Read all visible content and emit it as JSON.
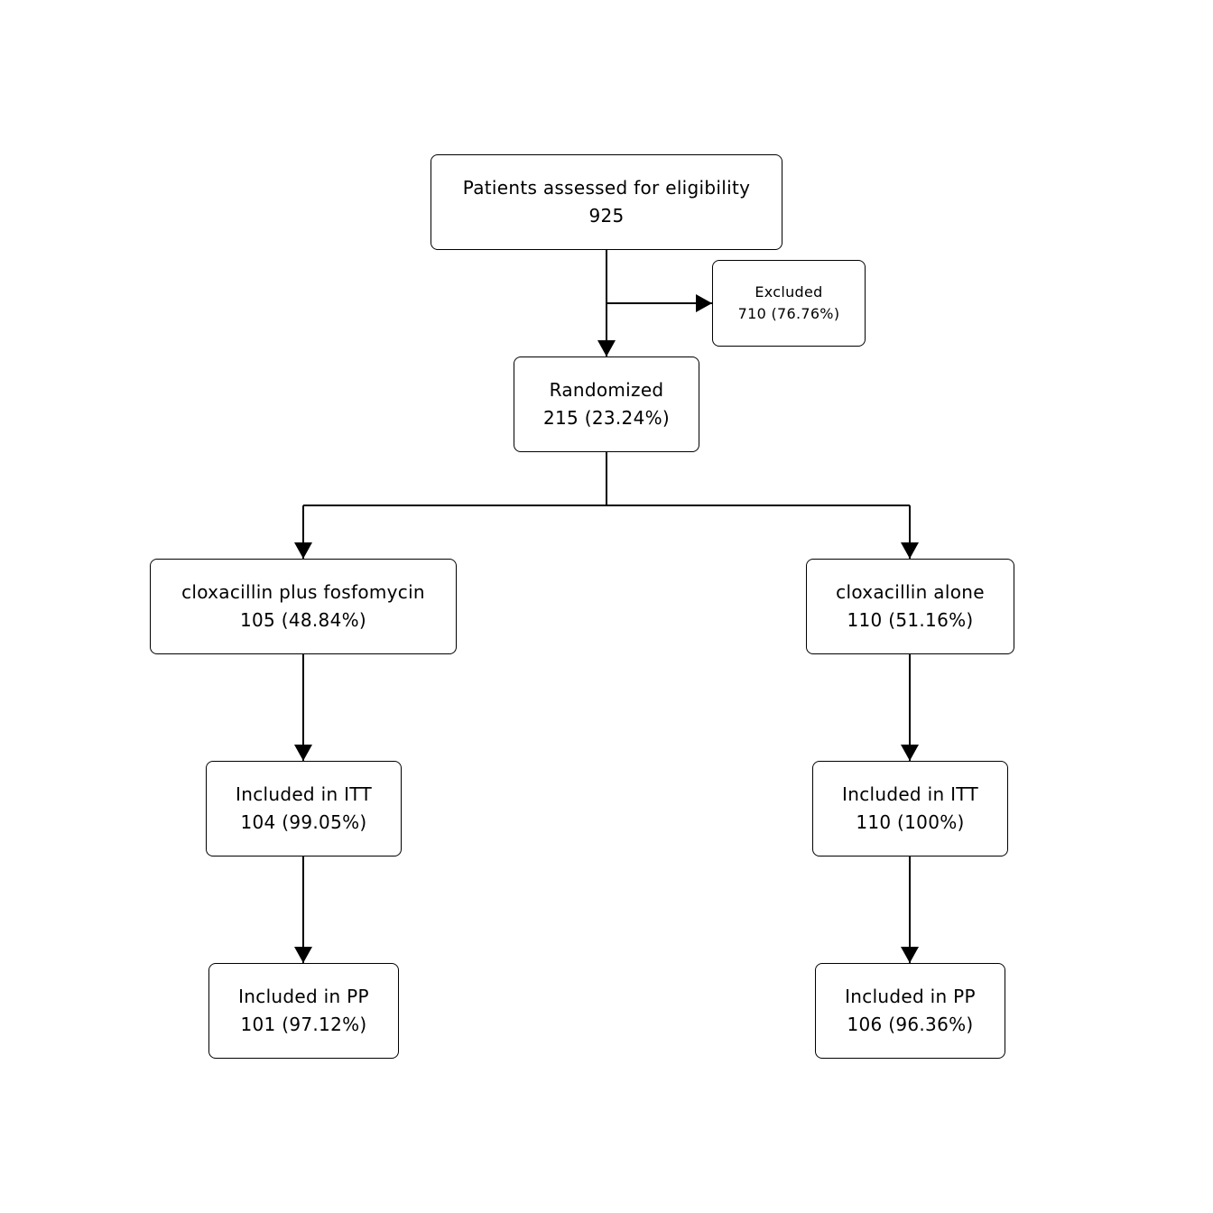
{
  "flowchart": {
    "eligibility": {
      "label": "Patients assessed for eligibility",
      "count": "925"
    },
    "excluded": {
      "label": "Excluded",
      "count": "710 (76.76%)"
    },
    "randomized": {
      "label": "Randomized",
      "count": "215 (23.24%)"
    },
    "arms": [
      {
        "label": "cloxacillin plus fosfomycin",
        "count": "105 (48.84%)",
        "itt": {
          "label": "Included in ITT",
          "count": "104 (99.05%)"
        },
        "pp": {
          "label": "Included in PP",
          "count": "101 (97.12%)"
        }
      },
      {
        "label": "cloxacillin alone",
        "count": "110 (51.16%)",
        "itt": {
          "label": "Included in ITT",
          "count": "110 (100%)"
        },
        "pp": {
          "label": "Included in PP",
          "count": "106 (96.36%)"
        }
      }
    ]
  }
}
